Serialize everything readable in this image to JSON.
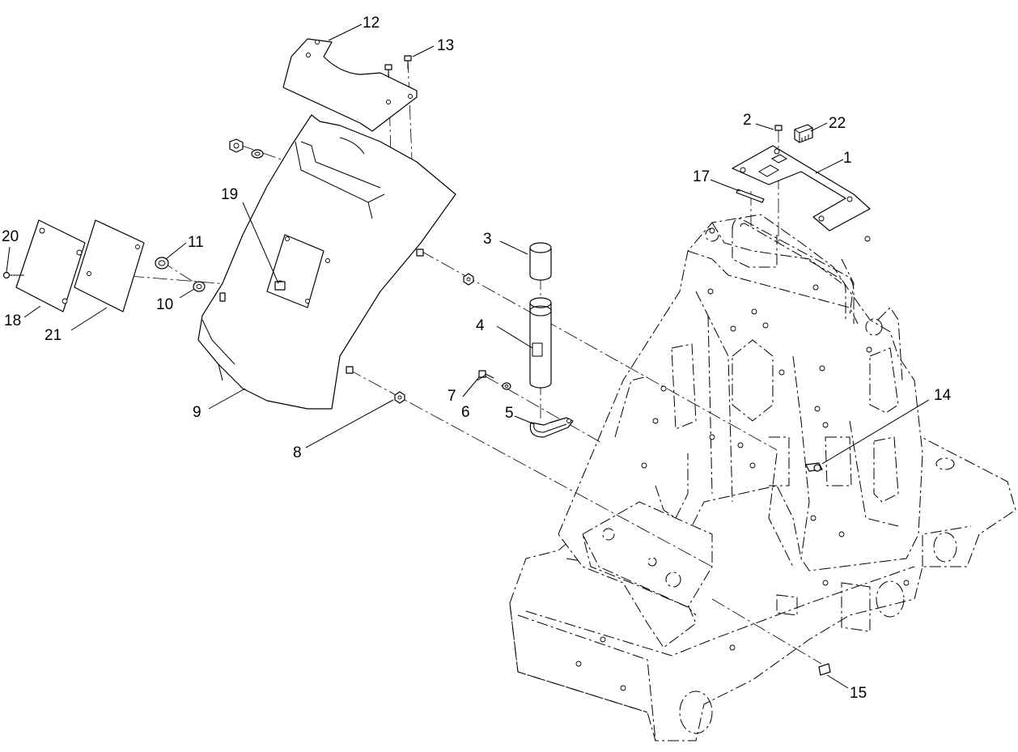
{
  "callouts": [
    {
      "id": "c1",
      "label": "1"
    },
    {
      "id": "c2",
      "label": "2"
    },
    {
      "id": "c3",
      "label": "3"
    },
    {
      "id": "c4",
      "label": "4"
    },
    {
      "id": "c5",
      "label": "5"
    },
    {
      "id": "c6",
      "label": "6"
    },
    {
      "id": "c7",
      "label": "7"
    },
    {
      "id": "c8",
      "label": "8"
    },
    {
      "id": "c9",
      "label": "9"
    },
    {
      "id": "c10",
      "label": "10"
    },
    {
      "id": "c11",
      "label": "11"
    },
    {
      "id": "c12",
      "label": "12"
    },
    {
      "id": "c13",
      "label": "13"
    },
    {
      "id": "c14",
      "label": "14"
    },
    {
      "id": "c15",
      "label": "15"
    },
    {
      "id": "c17",
      "label": "17"
    },
    {
      "id": "c18",
      "label": "18"
    },
    {
      "id": "c19",
      "label": "19"
    },
    {
      "id": "c20",
      "label": "20"
    },
    {
      "id": "c21",
      "label": "21"
    },
    {
      "id": "c22",
      "label": "22"
    }
  ]
}
